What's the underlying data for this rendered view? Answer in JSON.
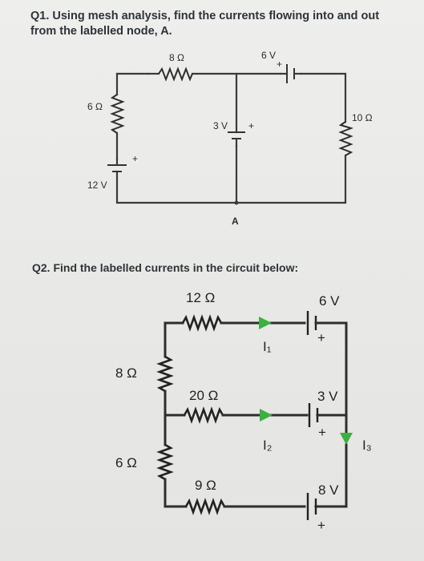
{
  "q1": {
    "text": "Q1. Using mesh analysis, find the currents flowing into and out from the labelled node, A.",
    "labels": {
      "r_top": "8 Ω",
      "v_top": "6 V",
      "r_left": "6 Ω",
      "v_left": "12 V",
      "v_mid": "3 V",
      "r_right": "10 Ω",
      "node": "A",
      "plus": "+"
    }
  },
  "q2": {
    "text": "Q2. Find the labelled currents in the circuit below:",
    "labels": {
      "r_top": "12 Ω",
      "v_top": "6 V",
      "i1": "I₁",
      "r_left_top": "8 Ω",
      "r_mid": "20 Ω",
      "v_mid": "3 V",
      "i2": "I₂",
      "i3": "I₃",
      "r_left_bot": "6 Ω",
      "r_bot": "9 Ω",
      "v_bot": "8 V",
      "plus": "+"
    },
    "arrow_color": "#3cb043"
  }
}
